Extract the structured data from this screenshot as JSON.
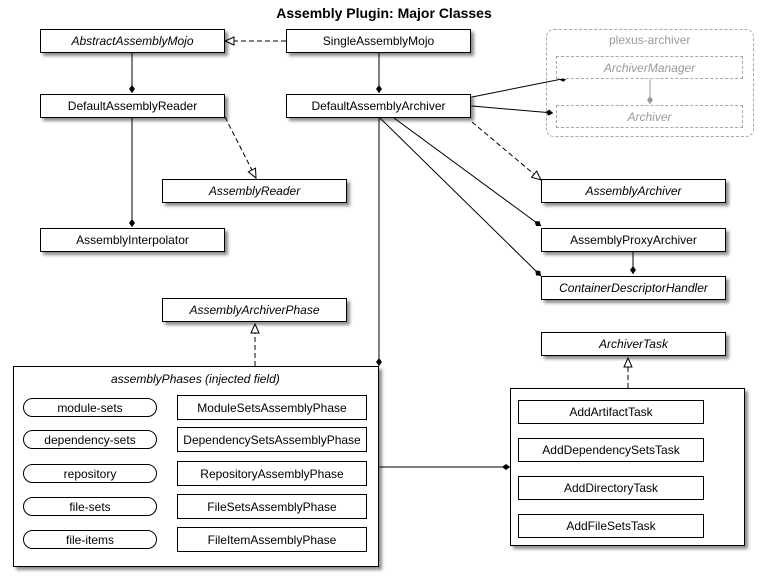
{
  "title": "Assembly Plugin: Major Classes",
  "classes": {
    "abstract_assembly_mojo": "AbstractAssemblyMojo",
    "single_assembly_mojo": "SingleAssemblyMojo",
    "default_assembly_reader": "DefaultAssemblyReader",
    "default_assembly_archiver": "DefaultAssemblyArchiver",
    "assembly_reader": "AssemblyReader",
    "assembly_interpolator": "AssemblyInterpolator",
    "assembly_archiver": "AssemblyArchiver",
    "assembly_proxy_archiver": "AssemblyProxyArchiver",
    "container_descriptor_handler": "ContainerDescriptorHandler",
    "assembly_archiver_phase": "AssemblyArchiverPhase",
    "archiver_task": "ArchiverTask"
  },
  "plexus_group": {
    "label": "plexus-archiver",
    "archiver_manager": "ArchiverManager",
    "archiver": "Archiver"
  },
  "phases_container": {
    "label": "assemblyPhases (injected field)",
    "rows": [
      {
        "key": "module-sets",
        "phase": "ModuleSetsAssemblyPhase"
      },
      {
        "key": "dependency-sets",
        "phase": "DependencySetsAssemblyPhase"
      },
      {
        "key": "repository",
        "phase": "RepositoryAssemblyPhase"
      },
      {
        "key": "file-sets",
        "phase": "FileSetsAssemblyPhase"
      },
      {
        "key": "file-items",
        "phase": "FileItemAssemblyPhase"
      }
    ]
  },
  "tasks_container": {
    "tasks": [
      "AddArtifactTask",
      "AddDependencySetsTask",
      "AddDirectoryTask",
      "AddFileSetsTask"
    ]
  }
}
